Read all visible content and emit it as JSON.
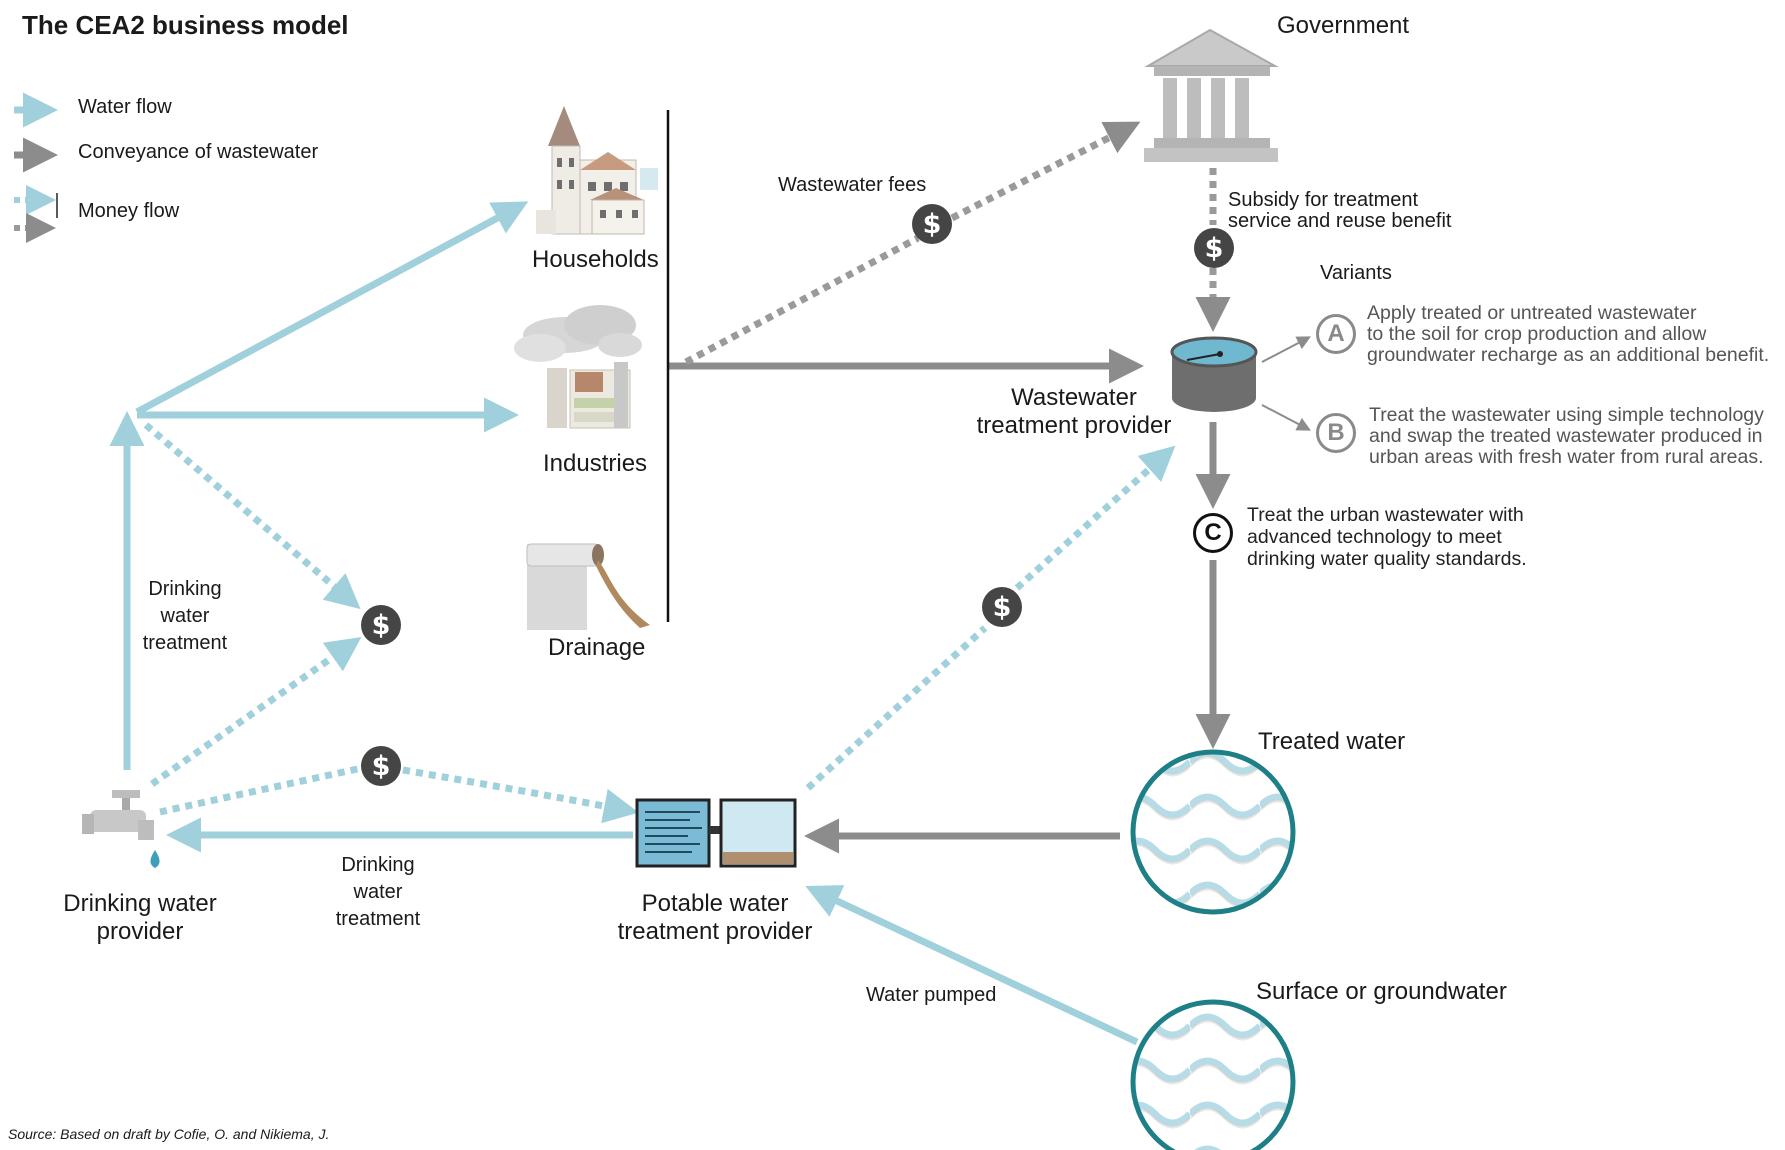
{
  "title": "The CEA2 business model",
  "legend": {
    "water_flow": "Water flow",
    "conveyance": "Conveyance of wastewater",
    "money_flow": "Money flow"
  },
  "nodes": {
    "government": "Government",
    "households": "Households",
    "industries": "Industries",
    "drainage": "Drainage",
    "wastewater_provider": [
      "Wastewater",
      "treatment provider"
    ],
    "drinking_provider": [
      "Drinking water",
      "provider"
    ],
    "potable_provider": [
      "Potable water",
      "treatment provider"
    ],
    "treated_water": "Treated water",
    "surface_water": "Surface or groundwater"
  },
  "edges": {
    "wastewater_fees": "Wastewater fees",
    "subsidy": [
      "Subsidy for treatment",
      "service and reuse benefit"
    ],
    "variants": "Variants",
    "drinking_treatment_left": [
      "Drinking",
      "water",
      "treatment"
    ],
    "drinking_treatment_bottom": [
      "Drinking",
      "water",
      "treatment"
    ],
    "water_pumped": "Water pumped",
    "dollar": "$"
  },
  "variants": [
    {
      "letter": "A",
      "lines": [
        "Apply treated or untreated wastewater",
        "to the soil for crop production and allow",
        "groundwater recharge as an additional benefit."
      ]
    },
    {
      "letter": "B",
      "lines": [
        "Treat the wastewater using simple technology",
        "and swap the treated wastewater produced in",
        "urban areas with fresh water from rural areas."
      ]
    },
    {
      "letter": "C",
      "lines": [
        "Treat the urban wastewater with",
        "advanced technology to meet",
        "drinking water quality standards."
      ]
    }
  ],
  "source": "Source: Based on draft by Cofie, O. and Nikiema, J.",
  "colors": {
    "water": "#9fd0dc",
    "waste": "#8c8c8c",
    "money_blue": "#9fd0dc",
    "money_grey": "#9a9a9a",
    "dollar": "#454545",
    "teal_ring": "#1f7f86"
  }
}
